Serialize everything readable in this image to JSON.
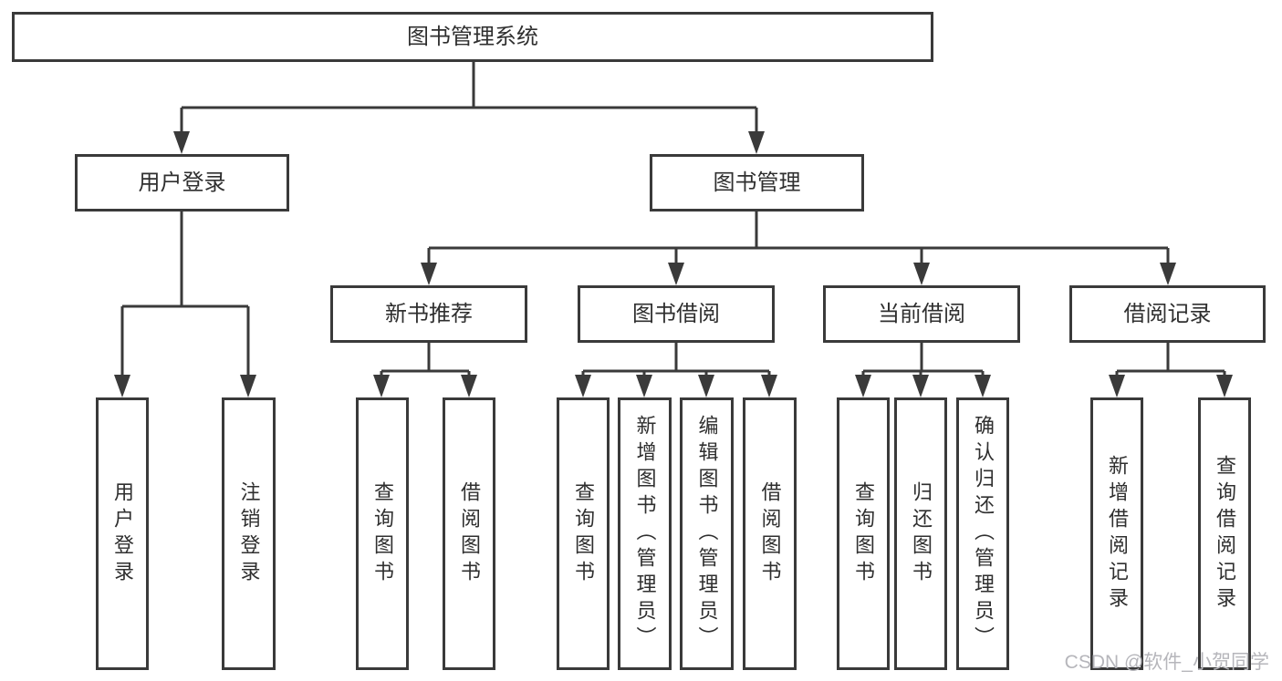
{
  "watermark": "CSDN @软件_小贺同学",
  "colors": {
    "line": "#3a3a3a",
    "text": "#2f2f2f",
    "watermark": "#b6b6bb",
    "background": "#ffffff"
  },
  "tree": {
    "root": "图书管理系统",
    "branches": [
      {
        "label": "用户登录",
        "leaves": [
          "用户登录",
          "注销登录"
        ]
      },
      {
        "label": "图书管理",
        "groups": [
          {
            "label": "新书推荐",
            "leaves": [
              "查询图书",
              "借阅图书"
            ]
          },
          {
            "label": "图书借阅",
            "leaves": [
              "查询图书",
              "新增图书（管理员）",
              "编辑图书（管理员）",
              "借阅图书"
            ]
          },
          {
            "label": "当前借阅",
            "leaves": [
              "查询图书",
              "归还图书",
              "确认归还（管理员）"
            ]
          },
          {
            "label": "借阅记录",
            "leaves": [
              "新增借阅记录",
              "查询借阅记录"
            ]
          }
        ]
      }
    ]
  }
}
